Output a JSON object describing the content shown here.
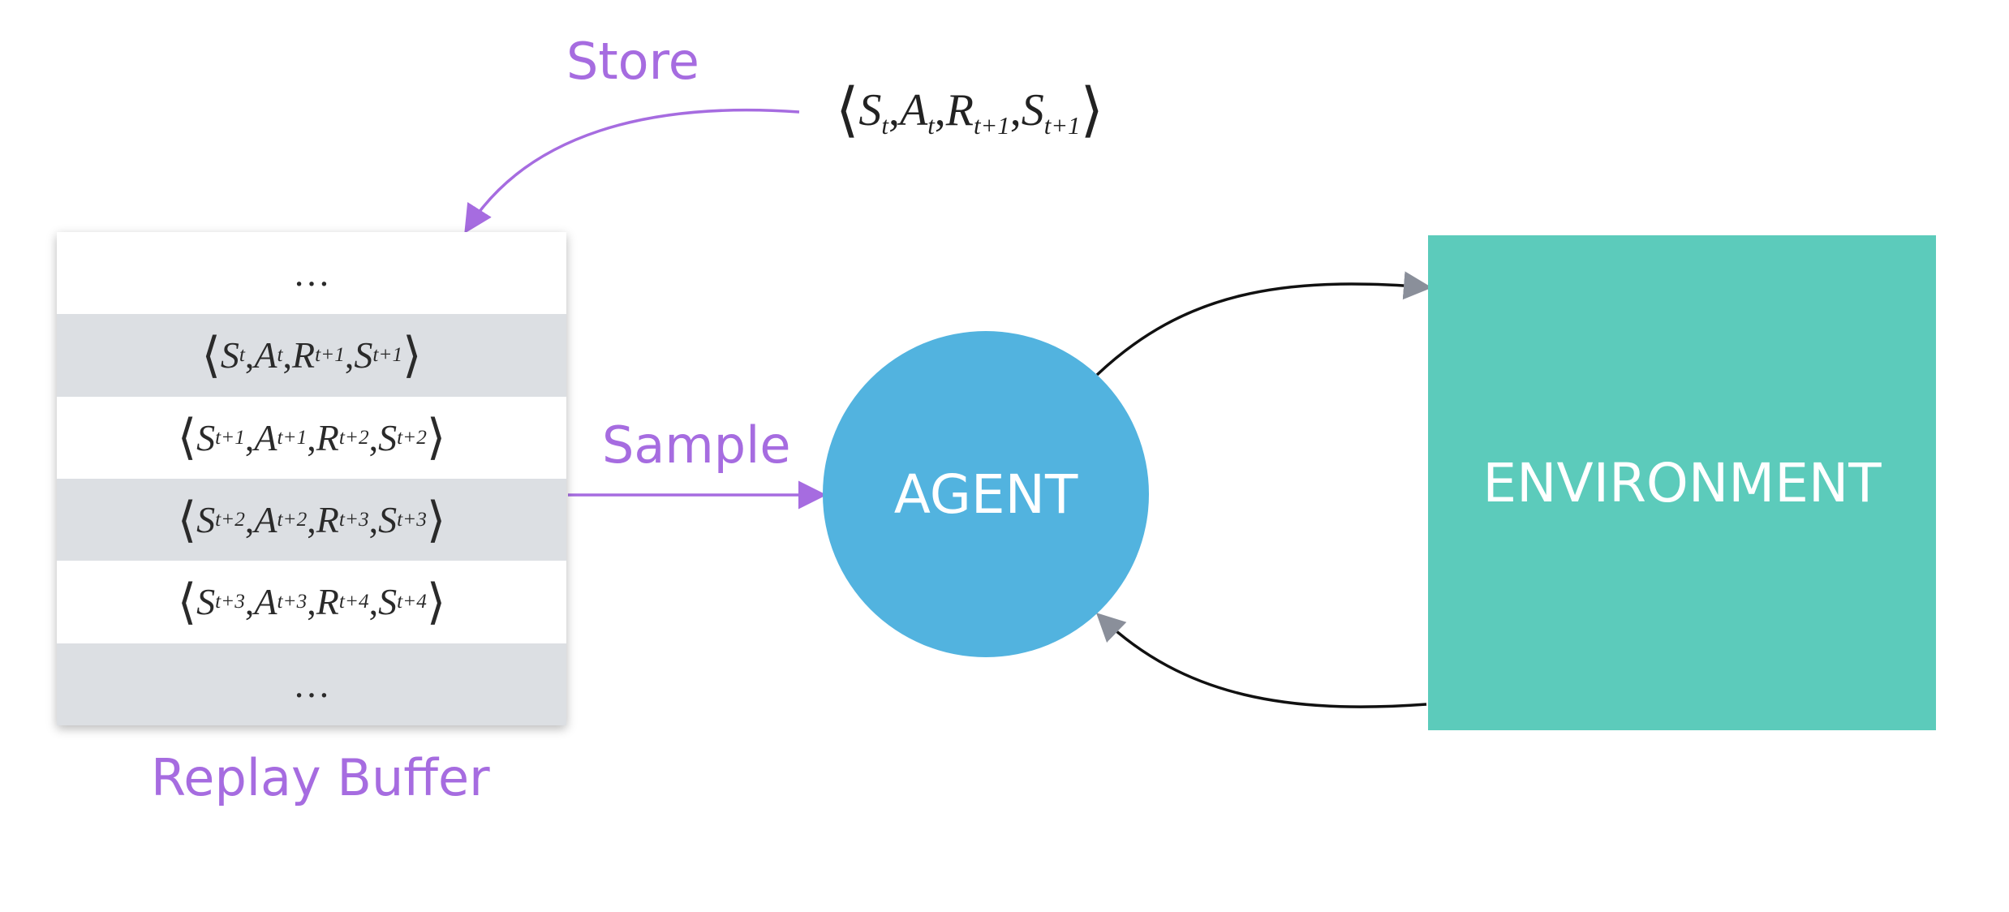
{
  "labels": {
    "store": "Store",
    "sample": "Sample",
    "replay_buffer": "Replay Buffer",
    "agent": "AGENT",
    "environment": "ENVIRONMENT"
  },
  "stored_tuple": [
    "S",
    "t",
    "A",
    "t",
    "R",
    "t+1",
    "S",
    "t+1"
  ],
  "buffer_rows": [
    {
      "ellipsis": "…"
    },
    {
      "s": "S",
      "s_sub": "t",
      "a": "A",
      "a_sub": "t",
      "r": "R",
      "r_sub": "t+1",
      "s2": "S",
      "s2_sub": "t+1"
    },
    {
      "s": "S",
      "s_sub": "t+1",
      "a": "A",
      "a_sub": "t+1",
      "r": "R",
      "r_sub": "t+2",
      "s2": "S",
      "s2_sub": "t+2"
    },
    {
      "s": "S",
      "s_sub": "t+2",
      "a": "A",
      "a_sub": "t+2",
      "r": "R",
      "r_sub": "t+3",
      "s2": "S",
      "s2_sub": "t+3"
    },
    {
      "s": "S",
      "s_sub": "t+3",
      "a": "A",
      "a_sub": "t+3",
      "r": "R",
      "r_sub": "t+4",
      "s2": "S",
      "s2_sub": "t+4"
    },
    {
      "ellipsis": "…"
    }
  ],
  "colors": {
    "label_purple": "#a66ce0",
    "agent_blue": "#52b3df",
    "environment_teal": "#5ccbbb",
    "row_shade": "#dcdfe3"
  }
}
